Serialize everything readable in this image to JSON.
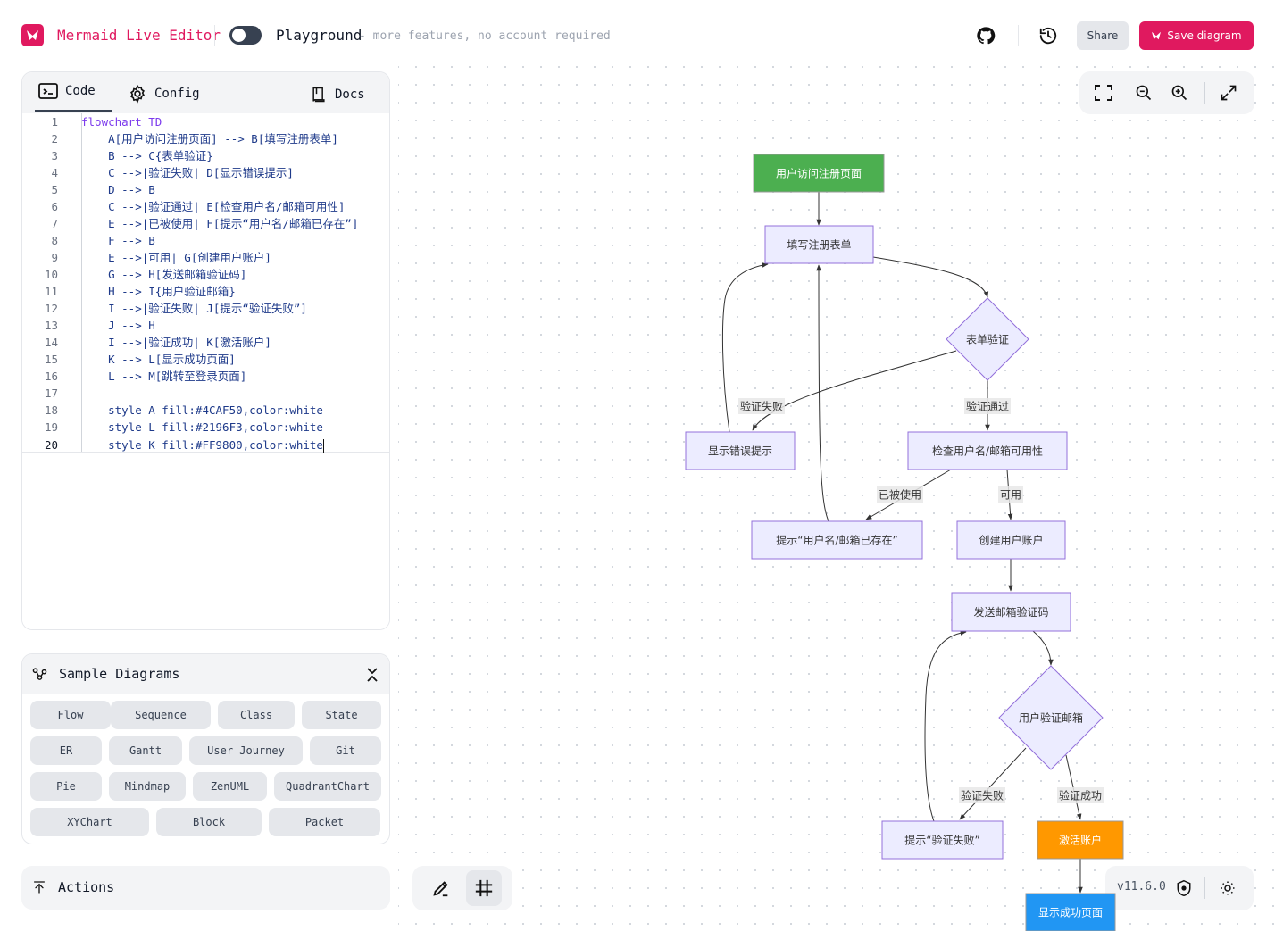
{
  "header": {
    "app_title": "Mermaid Live Editor",
    "playground_label": "Playground",
    "playground_subtitle": "- more features, no account required",
    "share_label": "Share",
    "save_label": "Save diagram"
  },
  "editor": {
    "tabs": {
      "code": "Code",
      "config": "Config",
      "docs": "Docs"
    },
    "lines": [
      {
        "n": "1",
        "text": "flowchart TD"
      },
      {
        "n": "2",
        "text": "    A[用户访问注册页面] --> B[填写注册表单]"
      },
      {
        "n": "3",
        "text": "    B --> C{表单验证}"
      },
      {
        "n": "4",
        "text": "    C -->|验证失败| D[显示错误提示]"
      },
      {
        "n": "5",
        "text": "    D --> B"
      },
      {
        "n": "6",
        "text": "    C -->|验证通过| E[检查用户名/邮箱可用性]"
      },
      {
        "n": "7",
        "text": "    E -->|已被使用| F[提示“用户名/邮箱已存在”]"
      },
      {
        "n": "8",
        "text": "    F --> B"
      },
      {
        "n": "9",
        "text": "    E -->|可用| G[创建用户账户]"
      },
      {
        "n": "10",
        "text": "    G --> H[发送邮箱验证码]"
      },
      {
        "n": "11",
        "text": "    H --> I{用户验证邮箱}"
      },
      {
        "n": "12",
        "text": "    I -->|验证失败| J[提示“验证失败”]"
      },
      {
        "n": "13",
        "text": "    J --> H"
      },
      {
        "n": "14",
        "text": "    I -->|验证成功| K[激活账户]"
      },
      {
        "n": "15",
        "text": "    K --> L[显示成功页面]"
      },
      {
        "n": "16",
        "text": "    L --> M[跳转至登录页面]"
      },
      {
        "n": "17",
        "text": ""
      },
      {
        "n": "18",
        "text": "    style A fill:#4CAF50,color:white"
      },
      {
        "n": "19",
        "text": "    style L fill:#2196F3,color:white"
      },
      {
        "n": "20",
        "text": "    style K fill:#FF9800,color:white"
      }
    ]
  },
  "samples": {
    "title": "Sample Diagrams",
    "buttons": [
      "Flow",
      "Sequence",
      "Class",
      "State",
      "ER",
      "Gantt",
      "User Journey",
      "Git",
      "Pie",
      "Mindmap",
      "ZenUML",
      "QuadrantChart",
      "XYChart",
      "Block",
      "Packet"
    ]
  },
  "actions": {
    "label": "Actions"
  },
  "version": "v11.6.0",
  "diagram": {
    "nodes": {
      "A": "用户访问注册页面",
      "B": "填写注册表单",
      "C": "表单验证",
      "D": "显示错误提示",
      "E": "检查用户名/邮箱可用性",
      "F": "提示“用户名/邮箱已存在”",
      "G": "创建用户账户",
      "H": "发送邮箱验证码",
      "I": "用户验证邮箱",
      "J": "提示“验证失败”",
      "K": "激活账户",
      "L": "显示成功页面"
    },
    "edge_labels": {
      "CD": "验证失败",
      "CE": "验证通过",
      "EF": "已被使用",
      "EG": "可用",
      "IJ": "验证失败",
      "IK": "验证成功"
    },
    "colors": {
      "A": "#4CAF50",
      "L": "#2196F3",
      "K": "#FF9800",
      "node_fill": "#ECECFF",
      "node_stroke": "#9370DB",
      "brand": "#E0195F"
    }
  }
}
